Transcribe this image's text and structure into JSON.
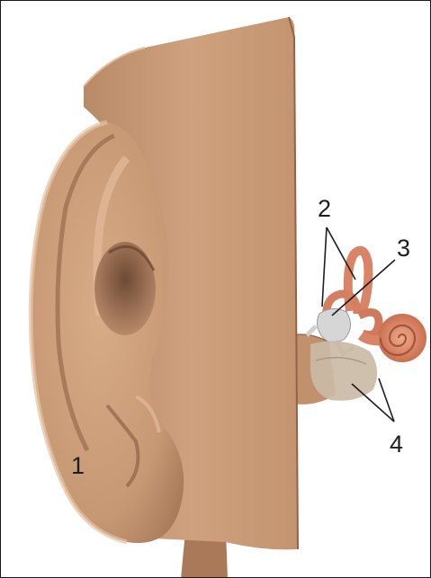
{
  "labels": {
    "l1": "1",
    "l2": "2",
    "l3": "3",
    "l4": "4"
  },
  "colors": {
    "skin": "#c89a78",
    "skin_shadow": "#8f6447",
    "skin_highlight": "#e0b898",
    "inner_ear": "#d98467",
    "ossicles": "#d4d4d4",
    "eardrum": "#c9b8a5",
    "leader": "#1e1e1e"
  }
}
